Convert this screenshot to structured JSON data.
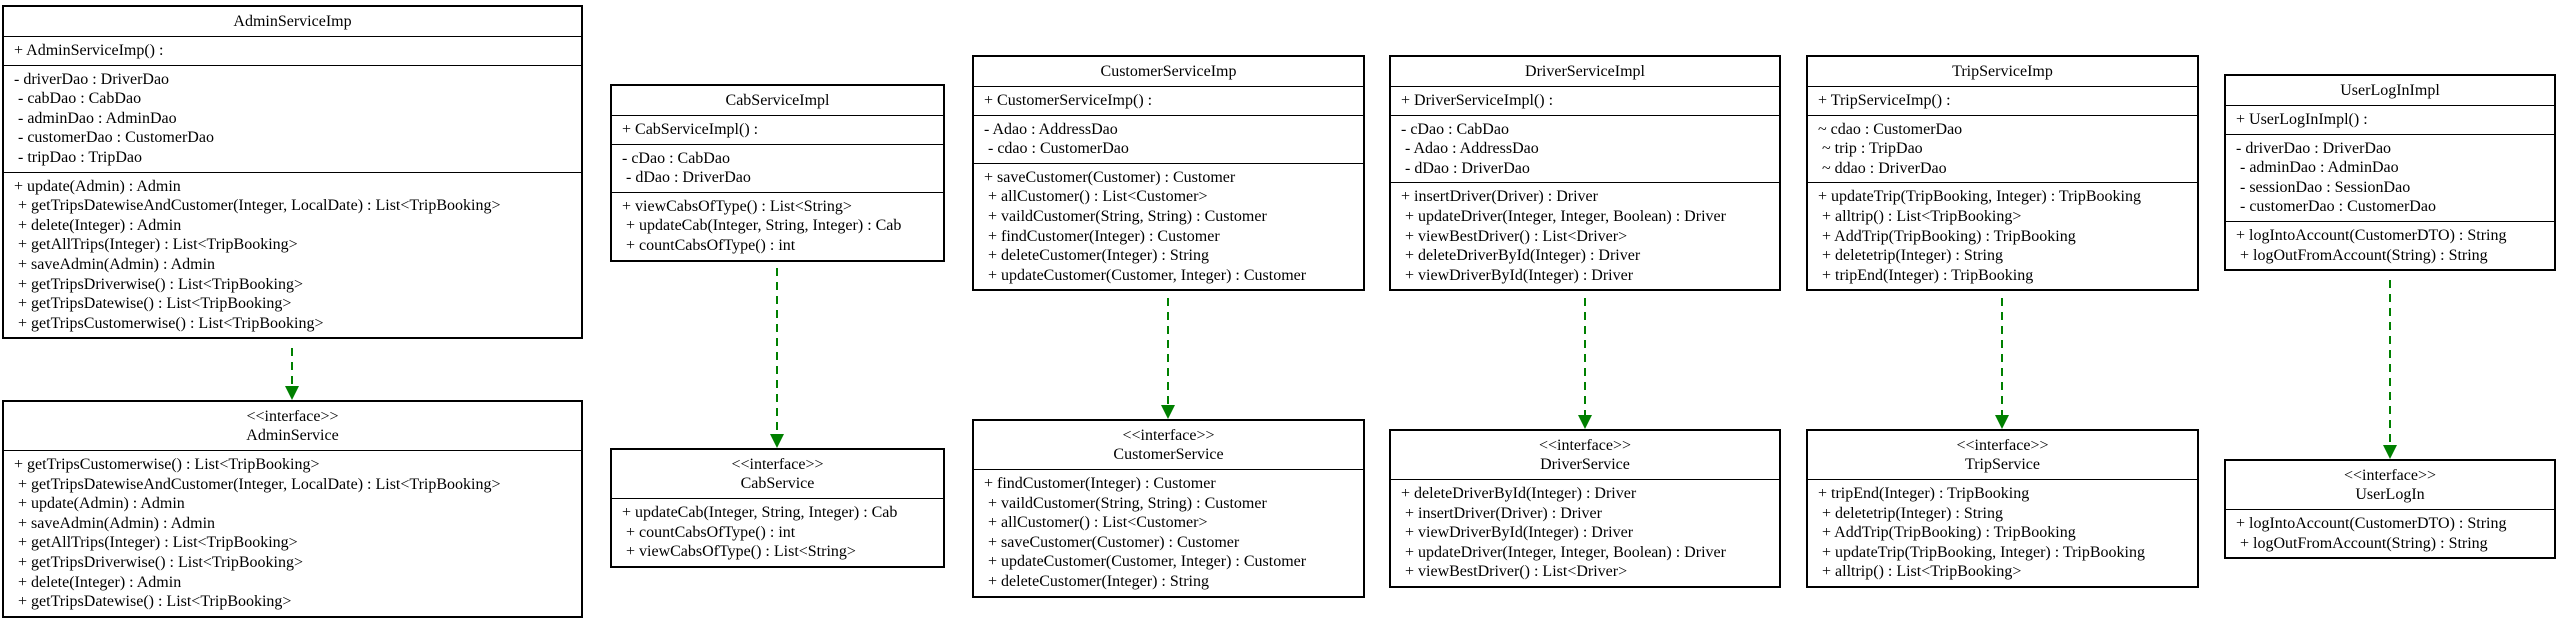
{
  "stereotype": "<<interface>>",
  "classes": {
    "admin_impl": {
      "name": "AdminServiceImp",
      "constructors": [
        "+ AdminServiceImp() :"
      ],
      "fields": [
        "- driverDao : DriverDao",
        " - cabDao : CabDao",
        " - adminDao : AdminDao",
        " - customerDao : CustomerDao",
        " - tripDao : TripDao"
      ],
      "methods": [
        "+ update(Admin) : Admin",
        " + getTripsDatewiseAndCustomer(Integer, LocalDate) : List<TripBooking>",
        " + delete(Integer) : Admin",
        " + getAllTrips(Integer) : List<TripBooking>",
        " + saveAdmin(Admin) : Admin",
        " + getTripsDriverwise() : List<TripBooking>",
        " + getTripsDatewise() : List<TripBooking>",
        " + getTripsCustomerwise() : List<TripBooking>"
      ]
    },
    "cab_impl": {
      "name": "CabServiceImpl",
      "constructors": [
        "+ CabServiceImpl() :"
      ],
      "fields": [
        "- cDao : CabDao",
        " - dDao : DriverDao"
      ],
      "methods": [
        "+ viewCabsOfType() : List<String>",
        " + updateCab(Integer, String, Integer) : Cab",
        " + countCabsOfType() : int"
      ]
    },
    "customer_impl": {
      "name": "CustomerServiceImp",
      "constructors": [
        "+ CustomerServiceImp() :"
      ],
      "fields": [
        "- Adao : AddressDao",
        " - cdao : CustomerDao"
      ],
      "methods": [
        "+ saveCustomer(Customer) : Customer",
        " + allCustomer() : List<Customer>",
        " + vaildCustomer(String, String) : Customer",
        " + findCustomer(Integer) : Customer",
        " + deleteCustomer(Integer) : String",
        " + updateCustomer(Customer, Integer) : Customer"
      ]
    },
    "driver_impl": {
      "name": "DriverServiceImpl",
      "constructors": [
        "+ DriverServiceImpl() :"
      ],
      "fields": [
        "- cDao : CabDao",
        " - Adao : AddressDao",
        " - dDao : DriverDao"
      ],
      "methods": [
        "+ insertDriver(Driver) : Driver",
        " + updateDriver(Integer, Integer, Boolean) : Driver",
        " + viewBestDriver() : List<Driver>",
        " + deleteDriverById(Integer) : Driver",
        " + viewDriverById(Integer) : Driver"
      ]
    },
    "trip_impl": {
      "name": "TripServiceImp",
      "constructors": [
        "+ TripServiceImp() :"
      ],
      "fields": [
        "~ cdao : CustomerDao",
        " ~ trip : TripDao",
        " ~ ddao : DriverDao"
      ],
      "methods": [
        "+ updateTrip(TripBooking, Integer) : TripBooking",
        " + alltrip() : List<TripBooking>",
        " + AddTrip(TripBooking) : TripBooking",
        " + deletetrip(Integer) : String",
        " + tripEnd(Integer) : TripBooking"
      ]
    },
    "userlog_impl": {
      "name": "UserLogInImpl",
      "constructors": [
        "+ UserLogInImpl() :"
      ],
      "fields": [
        "- driverDao : DriverDao",
        " - adminDao : AdminDao",
        " - sessionDao : SessionDao",
        " - customerDao : CustomerDao"
      ],
      "methods": [
        "+ logIntoAccount(CustomerDTO) : String",
        " + logOutFromAccount(String) : String"
      ]
    }
  },
  "interfaces": {
    "admin_service": {
      "name": "AdminService",
      "methods": [
        "+ getTripsCustomerwise() : List<TripBooking>",
        " + getTripsDatewiseAndCustomer(Integer, LocalDate) : List<TripBooking>",
        " + update(Admin) : Admin",
        " + saveAdmin(Admin) : Admin",
        " + getAllTrips(Integer) : List<TripBooking>",
        " + getTripsDriverwise() : List<TripBooking>",
        " + delete(Integer) : Admin",
        " + getTripsDatewise() : List<TripBooking>"
      ]
    },
    "cab_service": {
      "name": "CabService",
      "methods": [
        "+ updateCab(Integer, String, Integer) : Cab",
        " + countCabsOfType() : int",
        " + viewCabsOfType() : List<String>"
      ]
    },
    "customer_service": {
      "name": "CustomerService",
      "methods": [
        "+ findCustomer(Integer) : Customer",
        " + vaildCustomer(String, String) : Customer",
        " + allCustomer() : List<Customer>",
        " + saveCustomer(Customer) : Customer",
        " + updateCustomer(Customer, Integer) : Customer",
        " + deleteCustomer(Integer) : String"
      ]
    },
    "driver_service": {
      "name": "DriverService",
      "methods": [
        "+ deleteDriverById(Integer) : Driver",
        " + insertDriver(Driver) : Driver",
        " + viewDriverById(Integer) : Driver",
        " + updateDriver(Integer, Integer, Boolean) : Driver",
        " + viewBestDriver() : List<Driver>"
      ]
    },
    "trip_service": {
      "name": "TripService",
      "methods": [
        "+ tripEnd(Integer) : TripBooking",
        " + deletetrip(Integer) : String",
        " + AddTrip(TripBooking) : TripBooking",
        " + updateTrip(TripBooking, Integer) : TripBooking",
        " + alltrip() : List<TripBooking>"
      ]
    },
    "userlog": {
      "name": "UserLogIn",
      "methods": [
        "+ logIntoAccount(CustomerDTO) : String",
        " + logOutFromAccount(String) : String"
      ]
    }
  },
  "colors": {
    "realization_edge": "#008000",
    "border": "#000000"
  }
}
